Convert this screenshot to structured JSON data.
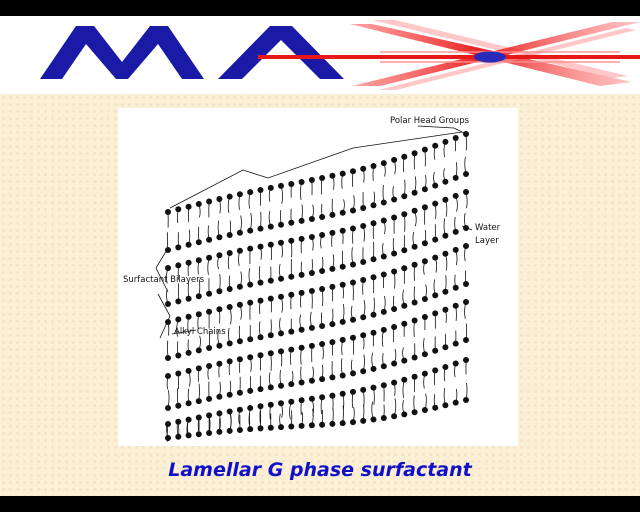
{
  "logo": {
    "wordmark": "MAX",
    "colors": {
      "letters": "#1a1aa6",
      "rays": "#e81818",
      "center": "#2a2ab8",
      "header_bg": "#ffffff",
      "frame": "#000000"
    }
  },
  "diagram": {
    "labels": {
      "polar_head_groups": "Polar Head Groups",
      "water": "Water",
      "layer": "Layer",
      "surfactant_bilayers": "Surfactant Bilayers",
      "alkyl_chains": "Alkyl Chains"
    },
    "layer_count": 10
  },
  "caption": {
    "text": "Lamellar G phase surfactant",
    "color": "#1010c8"
  },
  "background": {
    "content": "#fbefd6"
  }
}
